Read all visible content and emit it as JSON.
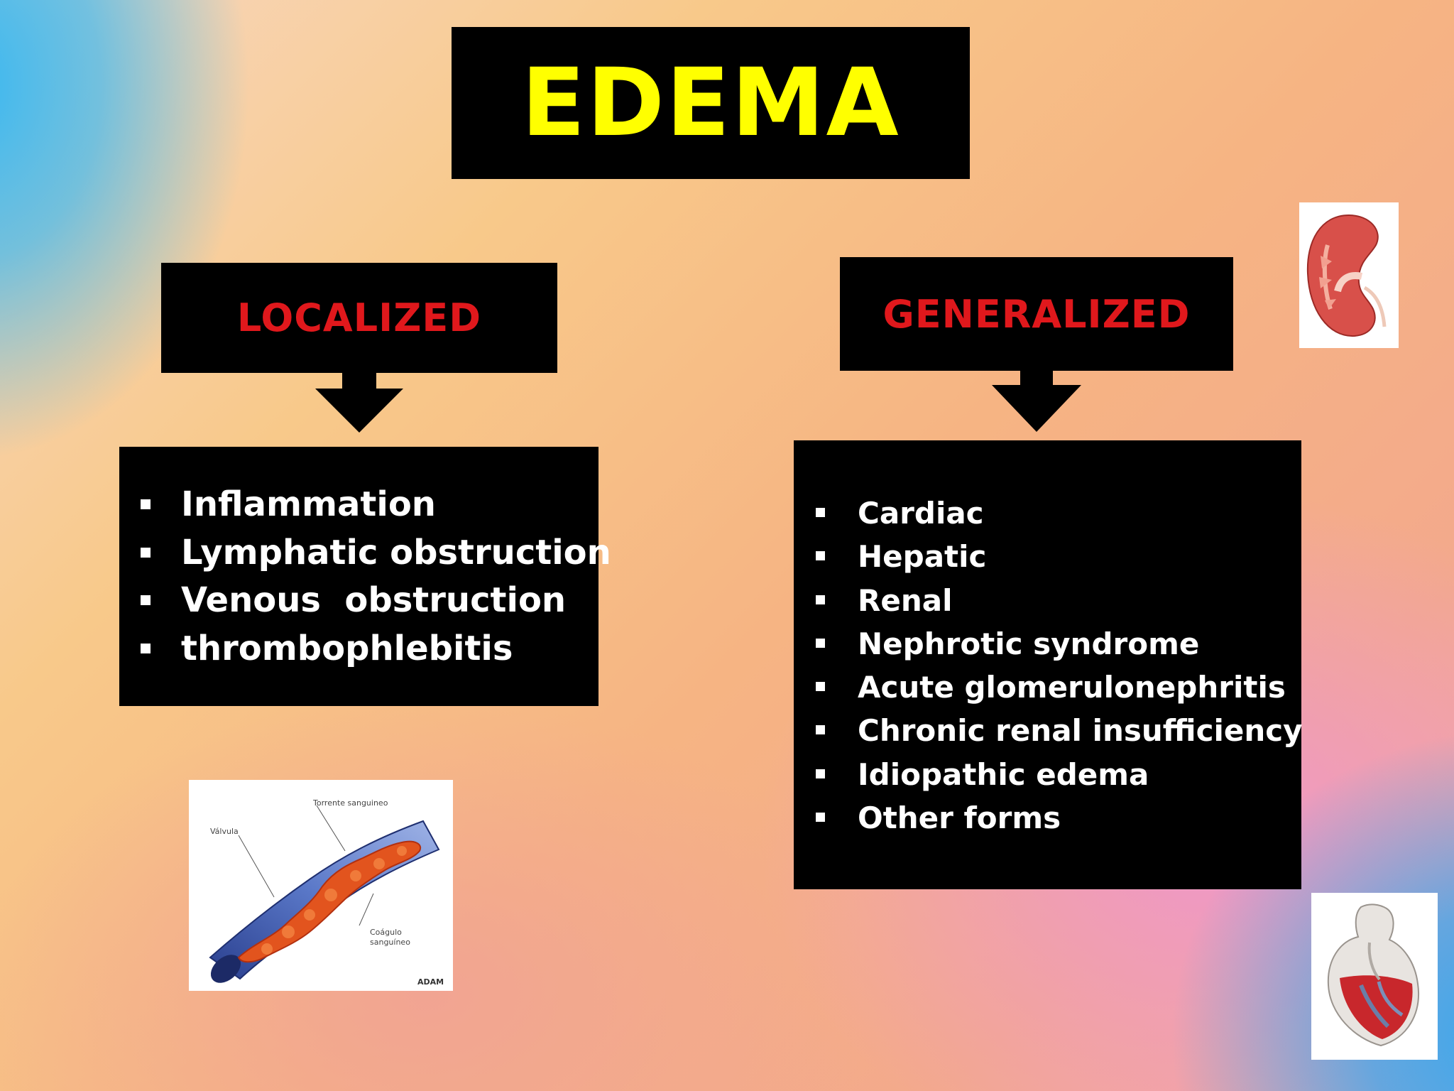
{
  "title": "EDEMA",
  "localized": {
    "heading": "LOCALIZED",
    "items": [
      "Inflammation",
      "Lymphatic obstruction",
      "Venous  obstruction",
      "thrombophlebitis"
    ]
  },
  "generalized": {
    "heading": "GENERALIZED",
    "items": [
      "Cardiac",
      "Hepatic",
      "Renal",
      "Nephrotic syndrome",
      "Acute glomerulonephritis",
      "Chronic renal insufficiency",
      "Idiopathic edema",
      "Other forms"
    ]
  },
  "images": {
    "vein": {
      "label_top": "Torrente sanguineo",
      "label_left": "Válvula",
      "label_bottom_1": "Coágulo",
      "label_bottom_2": "sanguíneo",
      "credit": "ADAM"
    },
    "kidney": {
      "icon": "kidney-icon"
    },
    "heart": {
      "icon": "heart-icon"
    }
  },
  "colors": {
    "title": "#ffff00",
    "heading": "#e0181c",
    "box": "#000000",
    "text": "#ffffff"
  }
}
